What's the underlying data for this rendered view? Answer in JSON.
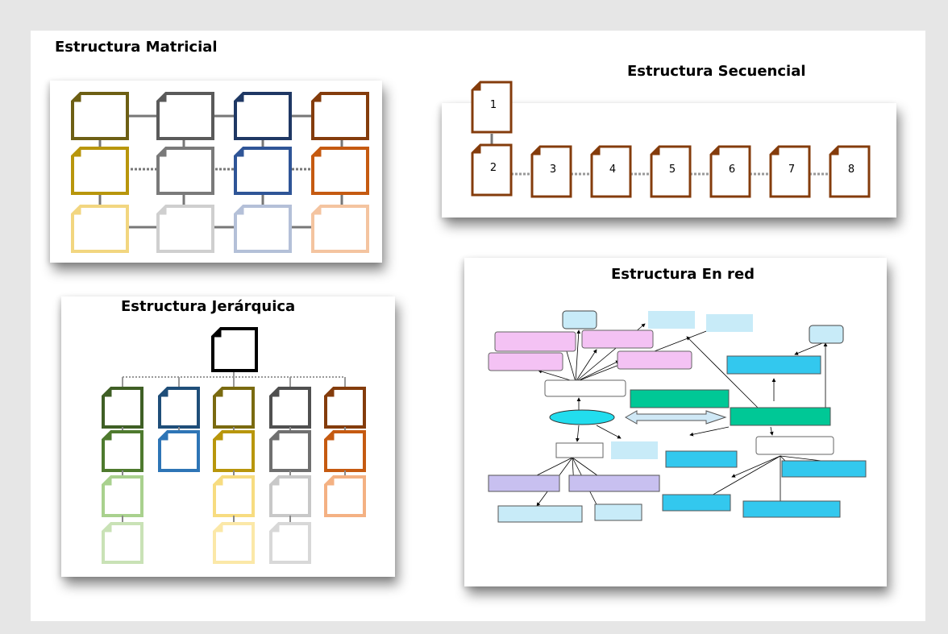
{
  "titles": {
    "matricial": "Estructura Matricial",
    "secuencial": "Estructura Secuencial",
    "jerarquica": "Estructura Jerárquica",
    "red": "Estructura En red"
  },
  "colors": {
    "page_bg": "#e6e6e6",
    "olive": "#7a6a10",
    "gray": "#606060",
    "navy": "#1f3864",
    "brown": "#843c0c",
    "green": "#3f5f25",
    "steel_blue": "#2e5d8a",
    "pink": "#f4c2f4",
    "light_blue": "#c8ebf8",
    "cyan": "#33c8ee",
    "teal": "#00c896",
    "lavender": "#c8c0f0"
  },
  "sequential": {
    "labels": [
      "1",
      "2",
      "3",
      "4",
      "5",
      "6",
      "7",
      "8"
    ]
  }
}
